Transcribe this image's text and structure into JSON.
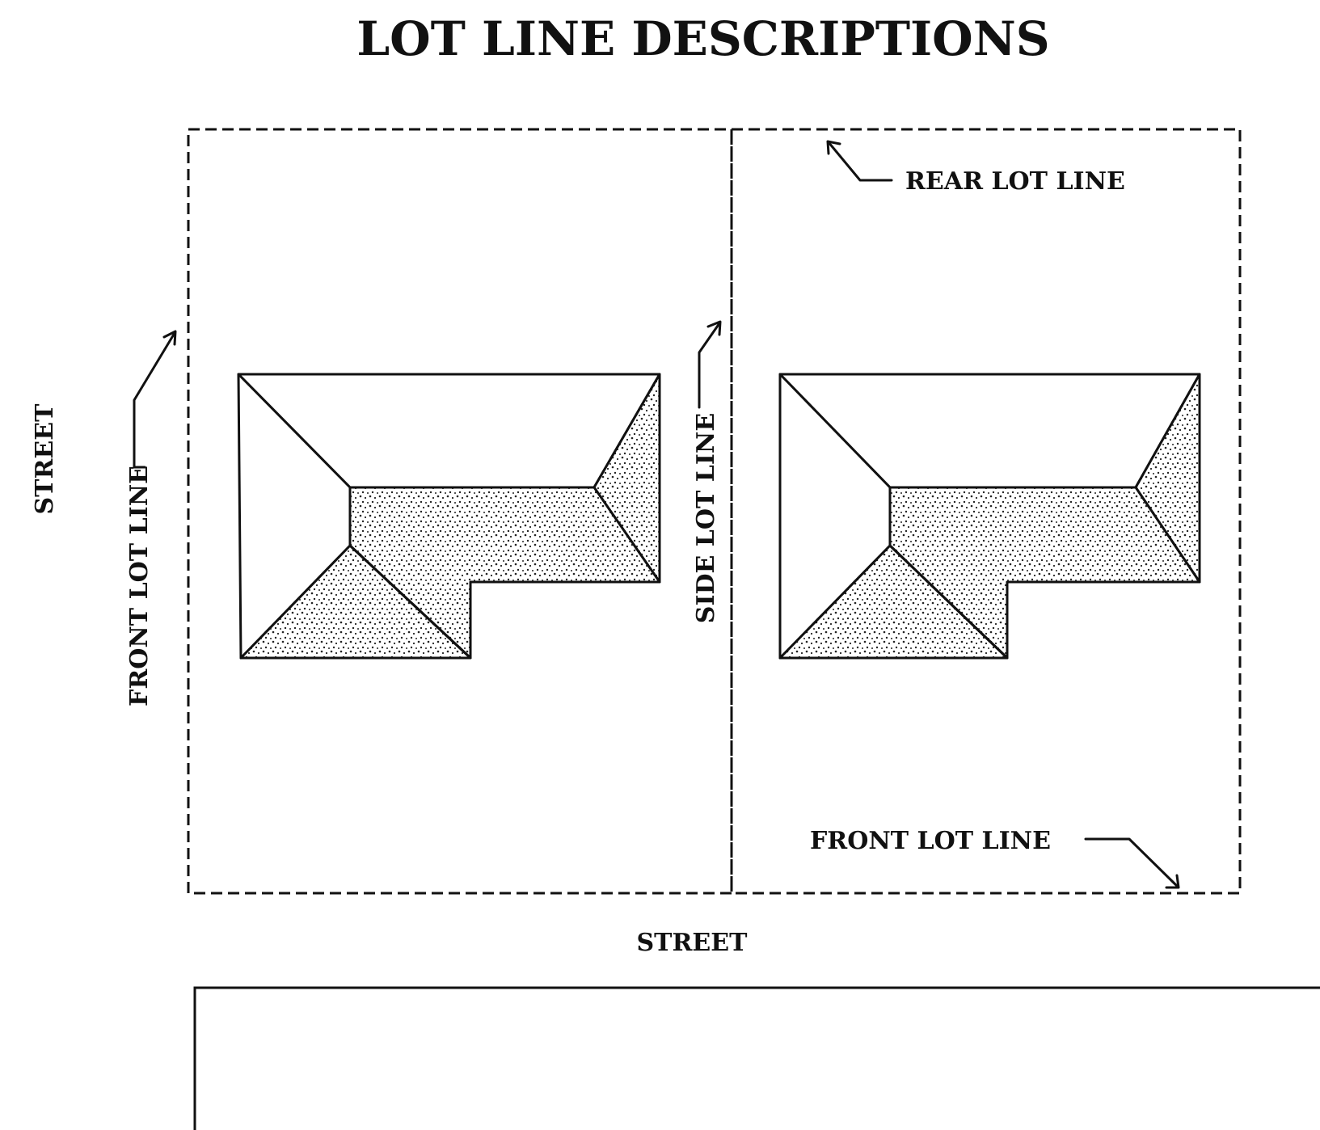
{
  "title": "LOT LINE DESCRIPTIONS",
  "labels": {
    "street_left": "STREET",
    "street_bottom": "STREET",
    "front_lot_line_left": "FRONT LOT LINE",
    "side_lot_line": "SIDE LOT LINE",
    "rear_lot_line": "REAR LOT LINE",
    "front_lot_line_bottom": "FRONT LOT LINE"
  }
}
